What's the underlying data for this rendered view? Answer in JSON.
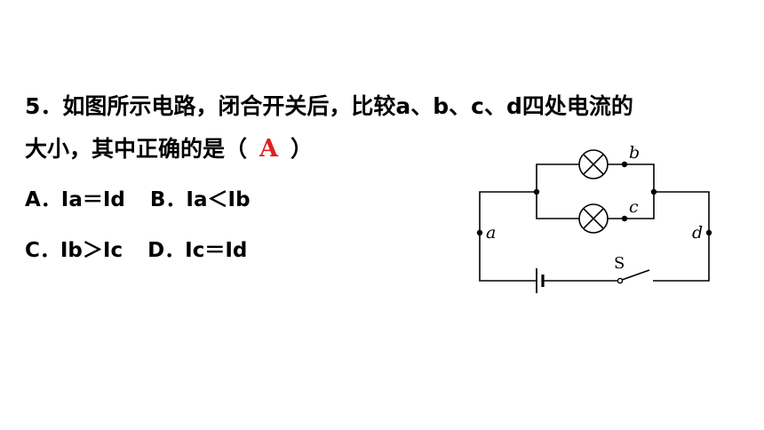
{
  "question": {
    "line1": "5．如图所示电路，闭合开关后，比较a、b、c、d四处电流的",
    "line2_prefix": "大小，其中正确的是（",
    "answer": "A",
    "line2_suffix": "）",
    "option_a": "A．Ia＝Id",
    "option_b": "B．Ia＜Ib",
    "option_c": "C．Ib＞Ic",
    "option_d": "D．Ic＝Id"
  },
  "circuit": {
    "label_a": "a",
    "label_b": "b",
    "label_c": "c",
    "label_d": "d",
    "label_switch": "S",
    "bulb_icon": "lamp-cross-icon",
    "battery_icon": "battery-cell-icon",
    "answer_color": "#e02020"
  }
}
